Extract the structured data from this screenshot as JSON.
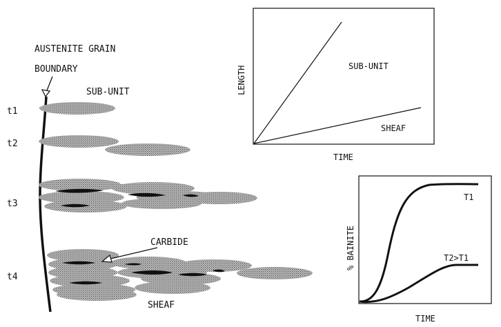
{
  "diagram": {
    "boundary_label_line1": "AUSTENITE GRAIN",
    "boundary_label_line2": "BOUNDARY",
    "subunit_label": "SUB-UNIT",
    "carbide_label": "CARBIDE",
    "sheaf_label": "SHEAF",
    "time_labels": [
      "t1",
      "t2",
      "t3",
      "t4"
    ]
  },
  "length_chart": {
    "xlabel": "TIME",
    "ylabel": "LENGTH",
    "series_labels": [
      "SUB-UNIT",
      "SHEAF"
    ]
  },
  "bainite_chart": {
    "xlabel": "TIME",
    "ylabel": "% BAINITE",
    "series_labels": [
      "T1",
      "T2>T1"
    ]
  },
  "colors": {
    "ink": "#111111",
    "stipple": "#9a9a9a"
  }
}
